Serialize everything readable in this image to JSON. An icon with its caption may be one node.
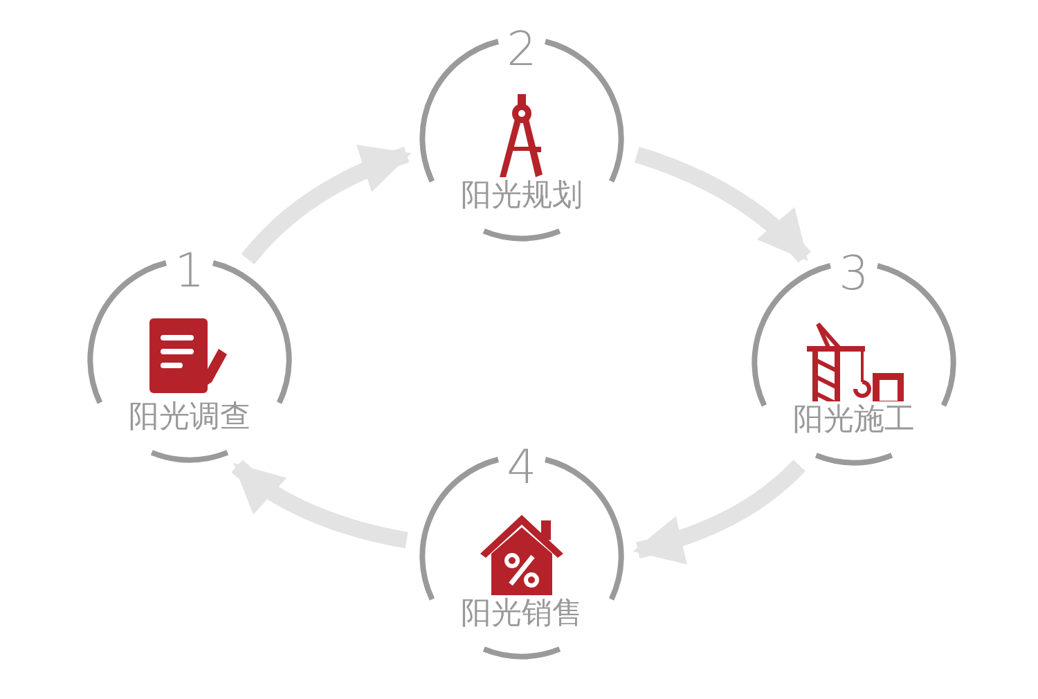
{
  "diagram": {
    "nodes": [
      {
        "text": [
          "1",
          "阳光调查"
        ]
      },
      {
        "text": [
          "2",
          "阳光规划"
        ]
      },
      {
        "text": [
          "3",
          "阳光施工"
        ]
      },
      {
        "text": [
          "4",
          "阳光销售"
        ]
      }
    ],
    "edges": [
      {
        "from": 0,
        "to": 1,
        "arrow": "to"
      },
      {
        "from": 1,
        "to": 2,
        "arrow": "to"
      },
      {
        "from": 2,
        "to": 3,
        "arrow": "to"
      },
      {
        "from": 3,
        "to": 0,
        "arrow": "to"
      }
    ]
  }
}
